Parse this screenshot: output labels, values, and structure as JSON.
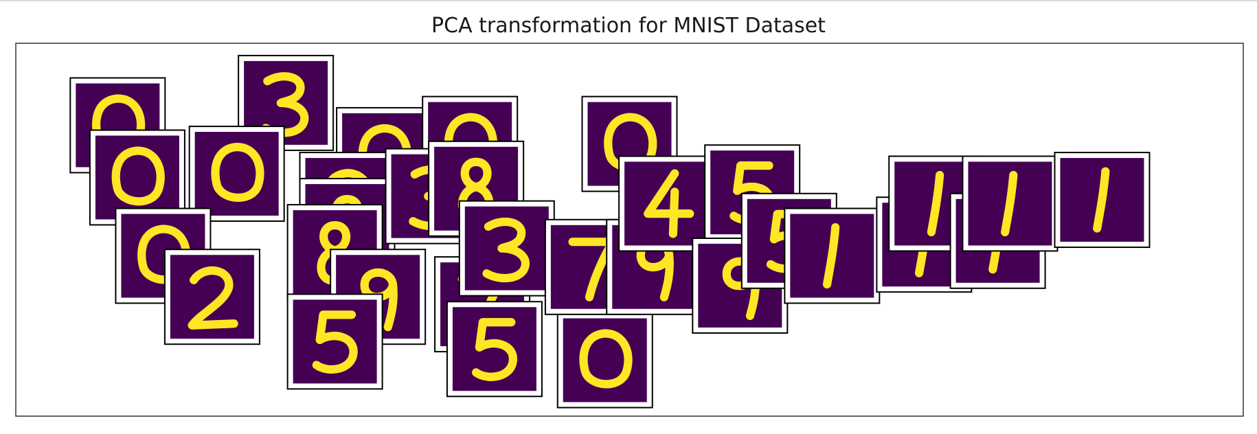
{
  "chart_data": {
    "type": "scatter",
    "title": "PCA transformation for MNIST Dataset",
    "xlabel": "",
    "ylabel": "",
    "ticks_visible": false,
    "marker_style": "mnist digit thumbnail",
    "colors": {
      "background": "#440154",
      "foreground": "#fde725",
      "frame": "#000000"
    },
    "xlim": [
      0,
      100
    ],
    "ylim": [
      0,
      100
    ],
    "points": [
      {
        "x": 8.3,
        "y": 78,
        "digit": "0"
      },
      {
        "x": 22.0,
        "y": 84,
        "digit": "3"
      },
      {
        "x": 30.0,
        "y": 70,
        "digit": "0"
      },
      {
        "x": 37.0,
        "y": 73,
        "digit": "0"
      },
      {
        "x": 18.0,
        "y": 65,
        "digit": "0"
      },
      {
        "x": 50.0,
        "y": 73,
        "digit": "0"
      },
      {
        "x": 9.9,
        "y": 64,
        "digit": "0"
      },
      {
        "x": 27.0,
        "y": 58,
        "digit": "0"
      },
      {
        "x": 27.0,
        "y": 51,
        "digit": "8"
      },
      {
        "x": 34.0,
        "y": 59,
        "digit": "3"
      },
      {
        "x": 37.5,
        "y": 61,
        "digit": "8"
      },
      {
        "x": 12.0,
        "y": 43,
        "digit": "0"
      },
      {
        "x": 16.0,
        "y": 32,
        "digit": "2"
      },
      {
        "x": 26.0,
        "y": 44,
        "digit": "8"
      },
      {
        "x": 29.5,
        "y": 32,
        "digit": "9"
      },
      {
        "x": 26.0,
        "y": 20,
        "digit": "5"
      },
      {
        "x": 38.0,
        "y": 30,
        "digit": "7"
      },
      {
        "x": 40.0,
        "y": 45,
        "digit": "3"
      },
      {
        "x": 39.0,
        "y": 18,
        "digit": "5"
      },
      {
        "x": 48.0,
        "y": 15,
        "digit": "0"
      },
      {
        "x": 47.0,
        "y": 40,
        "digit": "7"
      },
      {
        "x": 52.0,
        "y": 40,
        "digit": "9"
      },
      {
        "x": 53.0,
        "y": 57,
        "digit": "4"
      },
      {
        "x": 60.0,
        "y": 60,
        "digit": "5"
      },
      {
        "x": 59.0,
        "y": 35,
        "digit": "9"
      },
      {
        "x": 63.0,
        "y": 47,
        "digit": "5"
      },
      {
        "x": 66.5,
        "y": 43,
        "digit": "1"
      },
      {
        "x": 74.0,
        "y": 46,
        "digit": "1"
      },
      {
        "x": 75.0,
        "y": 57,
        "digit": "1"
      },
      {
        "x": 80.0,
        "y": 47,
        "digit": "1"
      },
      {
        "x": 81.0,
        "y": 57,
        "digit": "1"
      },
      {
        "x": 88.5,
        "y": 58,
        "digit": "1"
      }
    ]
  }
}
